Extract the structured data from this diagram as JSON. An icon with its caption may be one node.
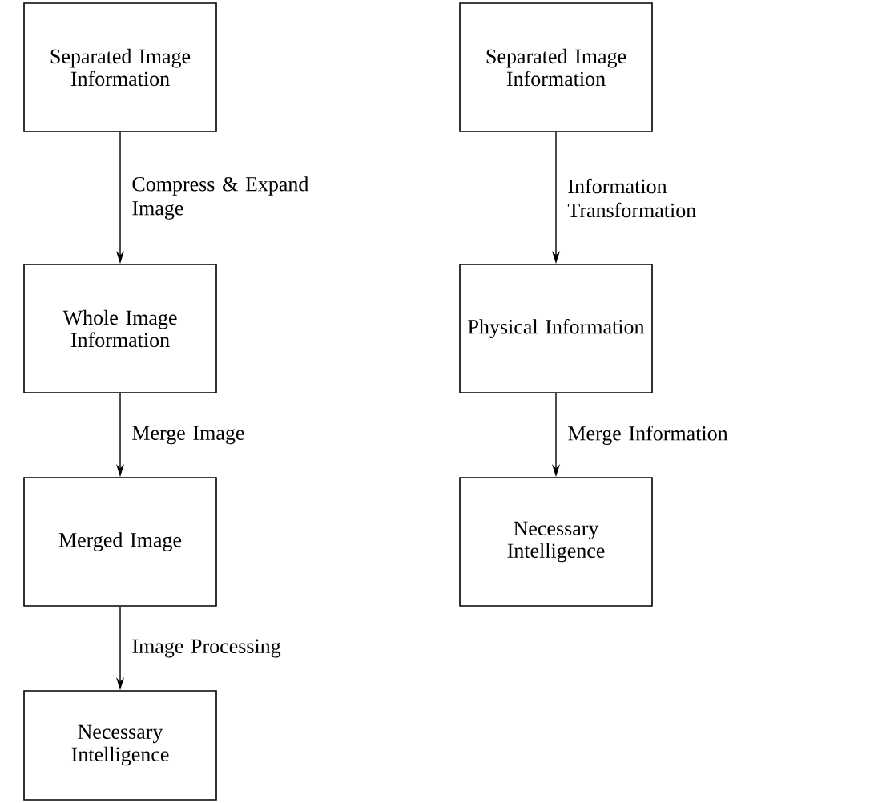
{
  "diagram": {
    "nodes": [
      {
        "text": [
          "Separated Image Information"
        ]
      },
      {
        "text": [
          "Whole Image Information"
        ]
      },
      {
        "text": [
          "Merged Image"
        ]
      },
      {
        "text": [
          "Necessary Intelligence"
        ]
      },
      {
        "text": [
          "Separated Image Information"
        ]
      },
      {
        "text": [
          "Physical Information"
        ]
      },
      {
        "text": [
          "Necessary Intelligence"
        ]
      }
    ],
    "edges": [
      {
        "from": 0,
        "to": 1,
        "arrow": "to",
        "label": "Compress & Expand Image"
      },
      {
        "from": 1,
        "to": 2,
        "arrow": "to",
        "label": "Merge Image"
      },
      {
        "from": 2,
        "to": 3,
        "arrow": "to",
        "label": "Image Processing"
      },
      {
        "from": 4,
        "to": 5,
        "arrow": "to",
        "label": "Information Transformation"
      },
      {
        "from": 5,
        "to": 6,
        "arrow": "to",
        "label": "Merge Information"
      }
    ]
  }
}
